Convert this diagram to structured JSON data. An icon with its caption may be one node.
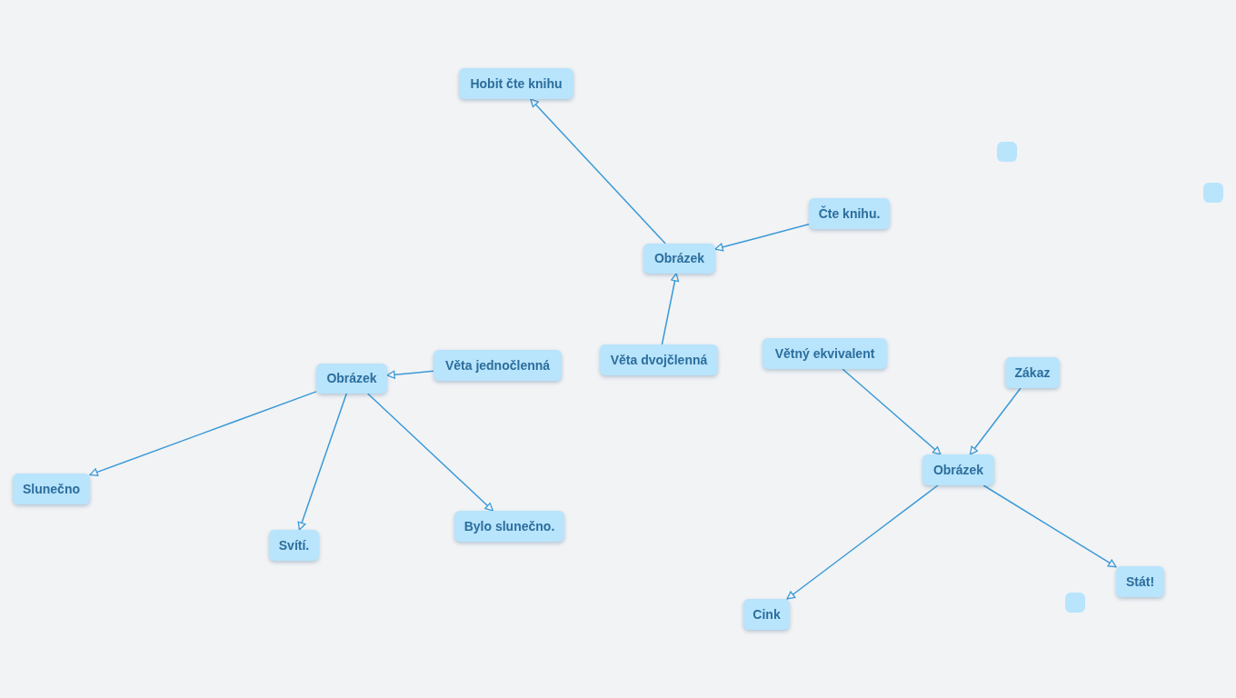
{
  "diagram": {
    "nodes": [
      {
        "text": [
          "Hobit čte knihu"
        ]
      },
      {
        "text": [
          "Obrázek"
        ]
      },
      {
        "text": [
          "Čte knihu."
        ]
      },
      {
        "text": [
          "Věta dvojčlenná"
        ]
      },
      {
        "text": [
          "Obrázek"
        ]
      },
      {
        "text": [
          "Věta jednočlenná"
        ]
      },
      {
        "text": [
          "Slunečno"
        ]
      },
      {
        "text": [
          "Svítí."
        ]
      },
      {
        "text": [
          "Bylo slunečno."
        ]
      },
      {
        "text": [
          "Větný ekvivalent"
        ]
      },
      {
        "text": [
          "Zákaz"
        ]
      },
      {
        "text": [
          "Obrázek"
        ]
      },
      {
        "text": [
          "Cink"
        ]
      },
      {
        "text": [
          "Stát!"
        ]
      },
      {
        "text": [],
        "shape": "box"
      },
      {
        "text": [],
        "shape": "box"
      },
      {
        "text": [],
        "shape": "box"
      }
    ],
    "edges": [
      {
        "from": 1,
        "to": 0,
        "arrow": "to"
      },
      {
        "from": 2,
        "to": 1,
        "arrow": "to"
      },
      {
        "from": 3,
        "to": 1,
        "arrow": "to"
      },
      {
        "from": 5,
        "to": 4,
        "arrow": "to"
      },
      {
        "from": 4,
        "to": 6,
        "arrow": "to"
      },
      {
        "from": 4,
        "to": 7,
        "arrow": "to"
      },
      {
        "from": 4,
        "to": 8,
        "arrow": "to"
      },
      {
        "from": 9,
        "to": 11,
        "arrow": "to"
      },
      {
        "from": 10,
        "to": 11,
        "arrow": "to"
      },
      {
        "from": 11,
        "to": 12,
        "arrow": "to"
      },
      {
        "from": 11,
        "to": 13,
        "arrow": "to"
      }
    ]
  }
}
